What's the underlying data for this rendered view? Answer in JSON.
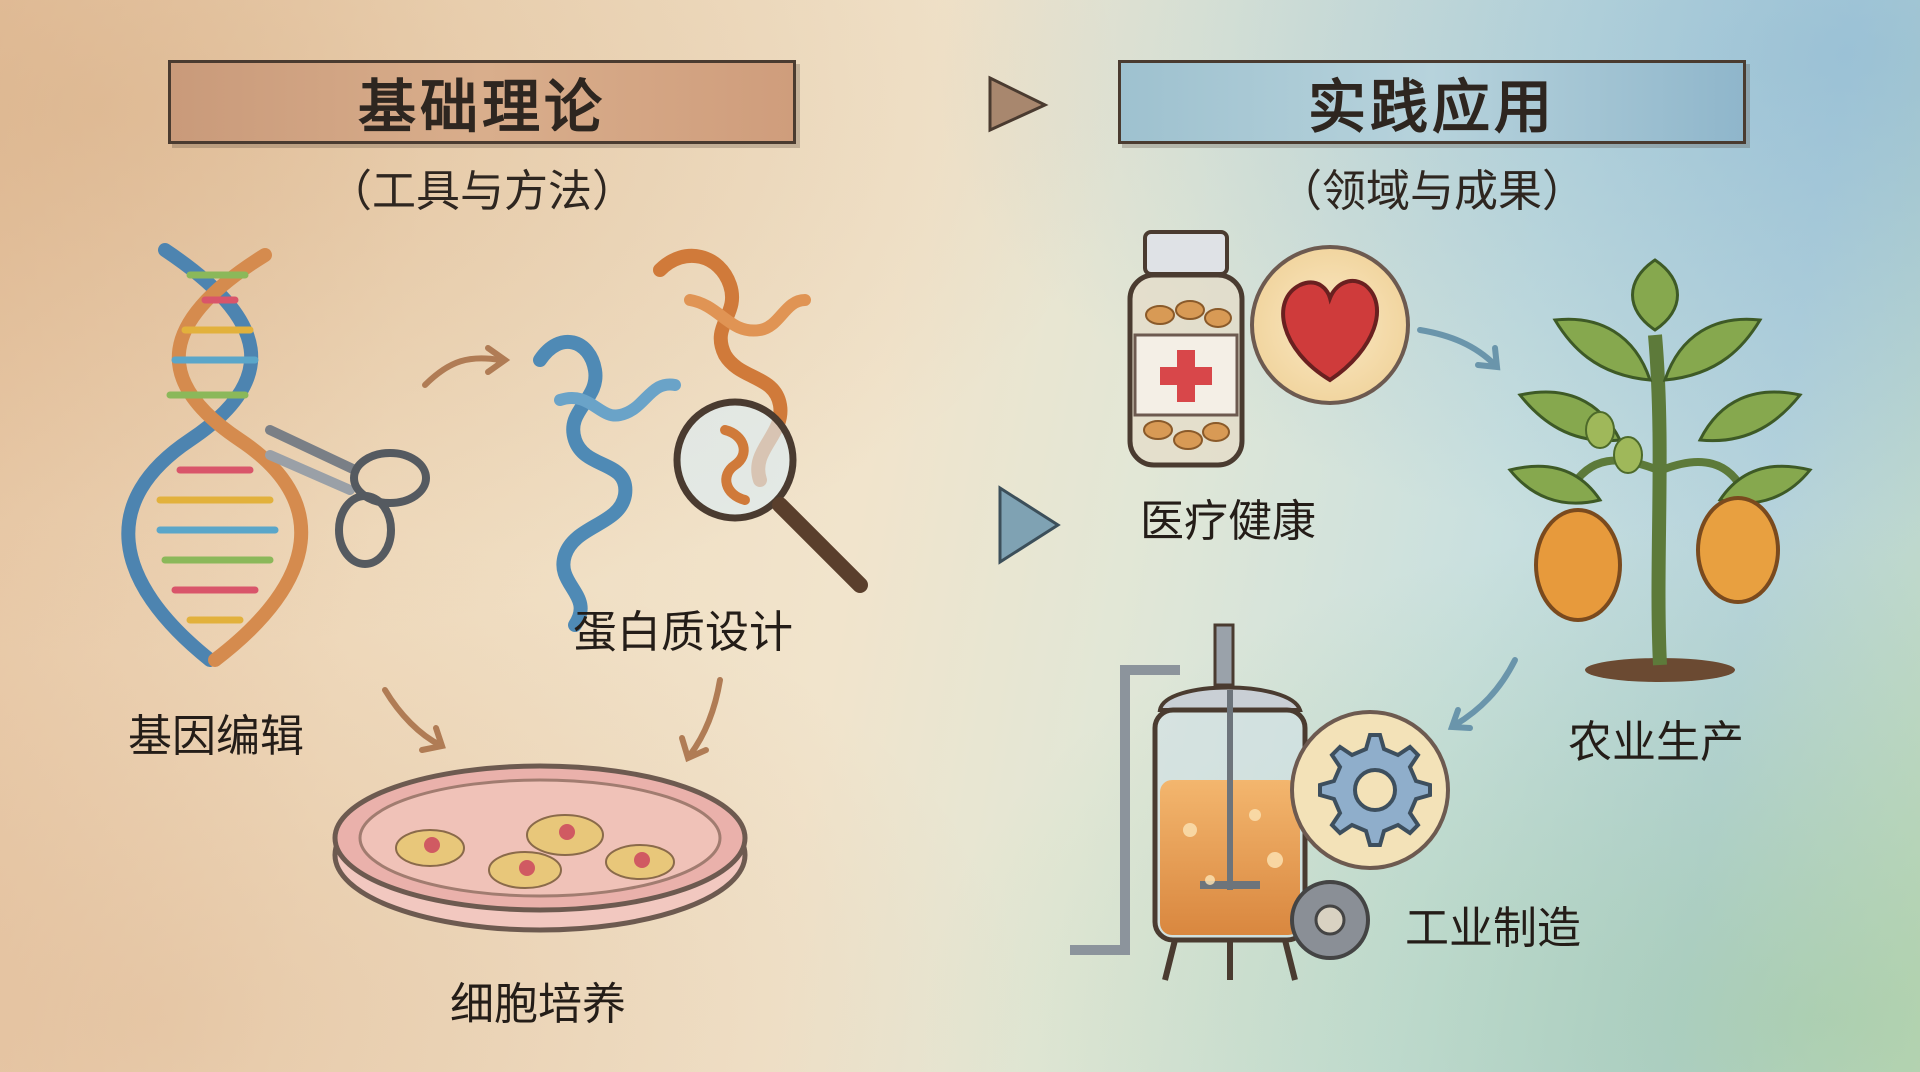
{
  "header": {
    "left_title": "基础理论",
    "left_subtitle": "（工具与方法）",
    "right_title": "实践应用",
    "right_subtitle": "（领域与成果）"
  },
  "tools": [
    {
      "label": "基因编辑",
      "icon": "dna-scissors-icon"
    },
    {
      "label": "蛋白质设计",
      "icon": "protein-magnifier-icon"
    },
    {
      "label": "细胞培养",
      "icon": "petri-dish-icon"
    }
  ],
  "applications": [
    {
      "label": "医疗健康",
      "icon": "medicine-bottle-heart-icon"
    },
    {
      "label": "农业生产",
      "icon": "fruit-plant-icon"
    },
    {
      "label": "工业制造",
      "icon": "bioreactor-gear-icon"
    }
  ],
  "colors": {
    "left_banner": "#d9ae8c",
    "right_banner": "#b7d3dc",
    "outline": "#4a3b30",
    "arrow_warm": "#b07c55",
    "arrow_cool": "#6a95ab"
  }
}
